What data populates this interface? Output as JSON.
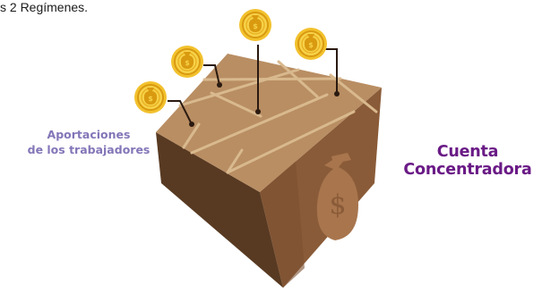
{
  "caption": "s 2 Regímenes.",
  "labels": {
    "aportaciones": [
      "Aportaciones",
      "de los trabajadores"
    ],
    "cuenta": [
      "Cuenta",
      "Concentradora"
    ]
  },
  "colors": {
    "box_top": "#b98e63",
    "box_left": "#583a22",
    "box_right": "#8a5b38",
    "coin": "#f2c12d",
    "label_aportaciones": "#8476b8",
    "label_cuenta": "#6a1a86"
  },
  "icons": [
    "coin-icon",
    "money-bag-icon"
  ]
}
